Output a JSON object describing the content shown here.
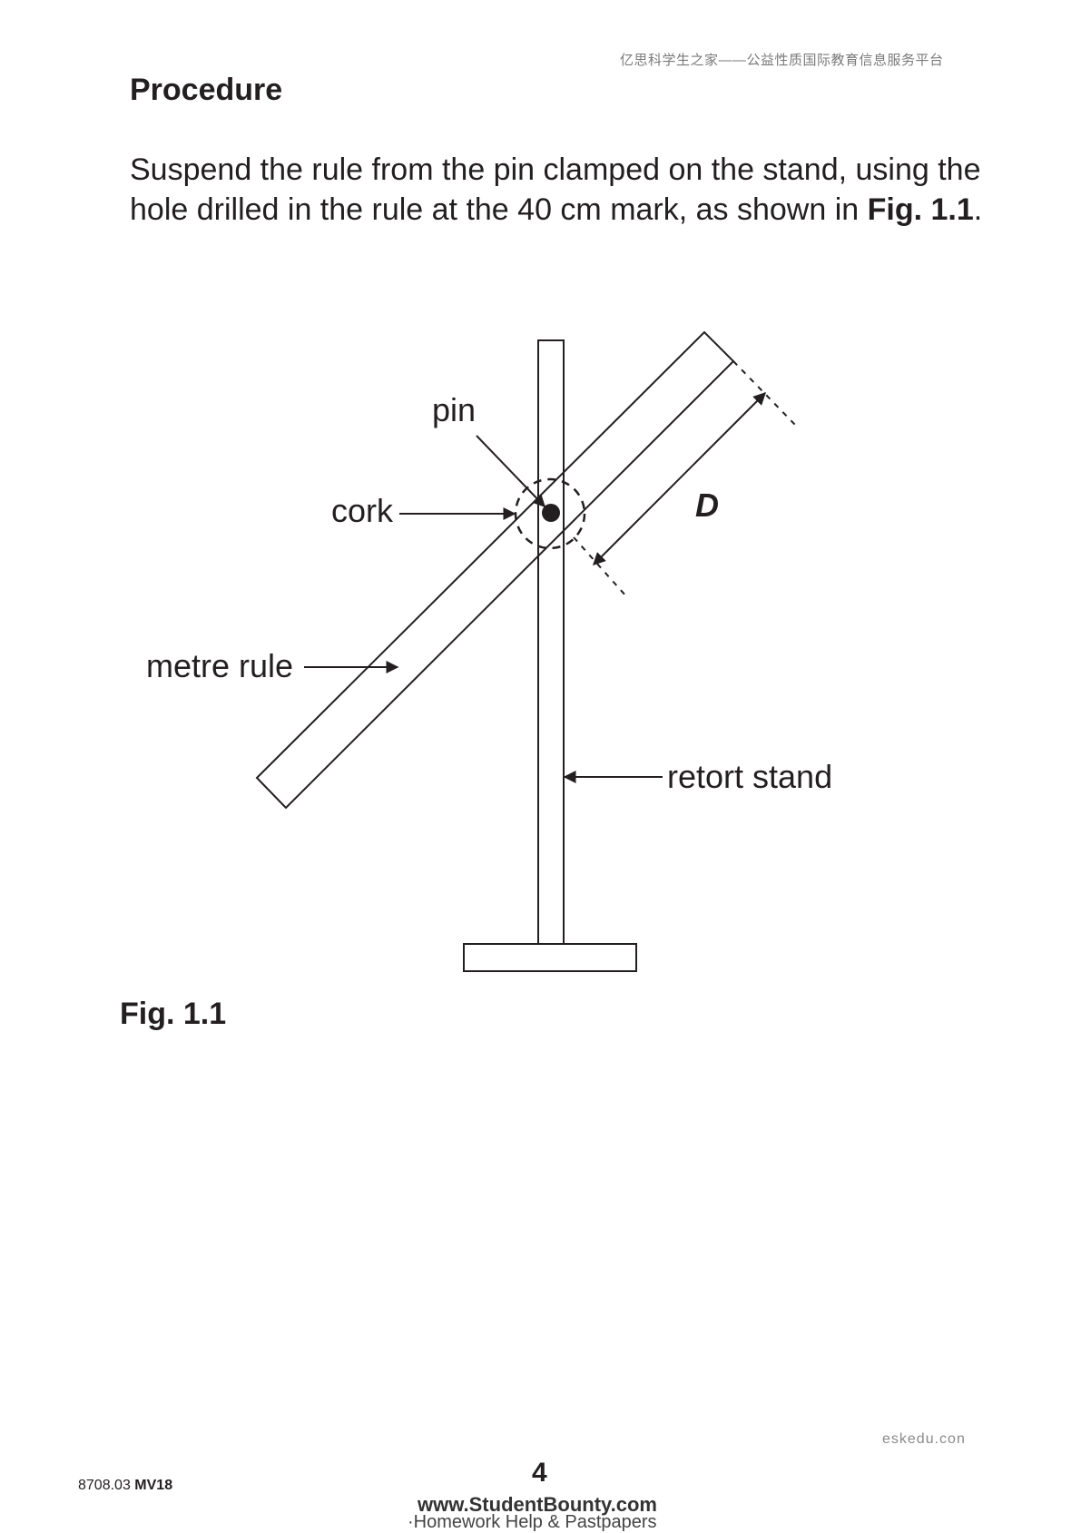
{
  "header_note": "亿思科学生之家——公益性质国际教育信息服务平台",
  "heading": "Procedure",
  "paragraph": {
    "text": "Suspend the rule from the pin clamped on the stand, using the hole drilled in the rule at the 40 cm mark, as shown in ",
    "ref": "Fig. 1.1",
    "end": "."
  },
  "figure": {
    "labels": {
      "pin": "pin",
      "cork": "cork",
      "metre_rule": "metre rule",
      "retort_stand": "retort stand",
      "distance": "D"
    },
    "caption": "Fig. 1.1"
  },
  "footer": {
    "watermark": "eskedu.con",
    "paper_code": "8708.03",
    "paper_variant": "MV18",
    "page_number": "4",
    "site": "www.StudentBounty.com",
    "site_tagline": "·Homework Help & Pastpapers"
  }
}
